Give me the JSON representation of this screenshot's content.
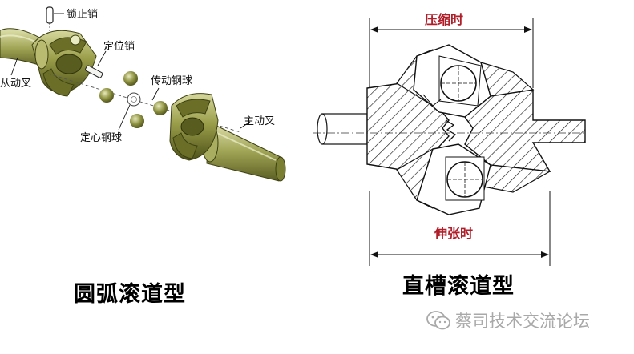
{
  "left_diagram": {
    "labels": {
      "lock_pin": "锁止销",
      "locating_pin": "定位销",
      "drive_ball": "传动钢球",
      "driven_fork": "从动叉",
      "drive_fork": "主动叉",
      "centering_ball": "定心钢球"
    },
    "caption": "圆弧滚道型"
  },
  "right_diagram": {
    "compressed_label": "压缩时",
    "extended_label": "伸张时",
    "caption": "直槽滚道型"
  },
  "watermark": {
    "text": "蔡司技术交流论坛",
    "icon": "wechat-bubble-icon"
  },
  "colors": {
    "metal": "#8d9140",
    "metal_highlight": "#d3d69a",
    "metal_dark": "#4d5118",
    "dimension_red": "#b01e2a"
  }
}
